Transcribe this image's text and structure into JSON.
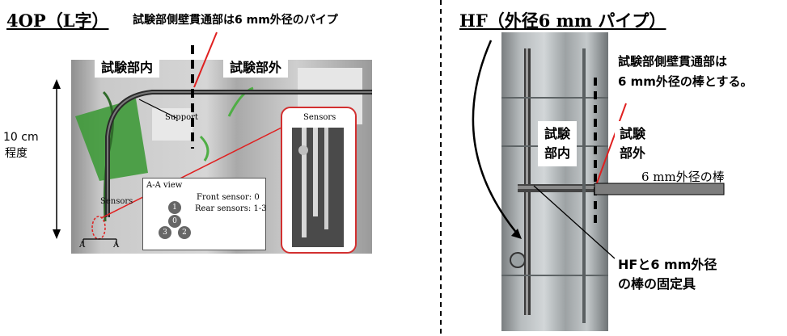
{
  "left": {
    "title": "4OP（L字）",
    "top_note": "試験部側壁貫通部は6 mm外径のパイプ",
    "label_inside": "試験部内",
    "label_outside": "試験部外",
    "size_value": "10 cm",
    "size_suffix": "程度",
    "support": "Support",
    "sensors": "Sensors",
    "section_a_left": "A",
    "section_a_right": "A",
    "aa_view": {
      "title": "A-A view",
      "front": "Front sensor: 0",
      "rear": "Rear sensors: 1-3",
      "n0": "0",
      "n1": "1",
      "n2": "2",
      "n3": "3"
    },
    "inset_title": "Sensors"
  },
  "right": {
    "title": "HF（外径6 mm パイプ）",
    "note_line1": "試験部側壁貫通部は",
    "note_line2": "6 mm外径の棒とする。",
    "inside_l1": "試験",
    "inside_l2": "部内",
    "outside_l1": "試験",
    "outside_l2": "部外",
    "rod_label": "6 mm外径の棒",
    "fixture_l1": "HFと6 mm外径",
    "fixture_l2": "の棒の固定具"
  },
  "colors": {
    "accent_red": "#e02020",
    "leaf_green": "#3f9a3a"
  }
}
